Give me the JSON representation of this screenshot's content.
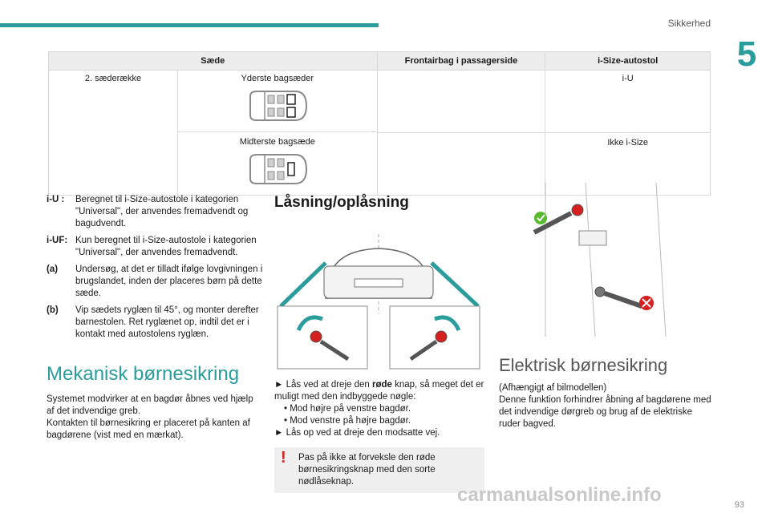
{
  "header": {
    "section": "Sikkerhed",
    "chapter": "5"
  },
  "table": {
    "headers": [
      "Sæde",
      "Frontairbag i passagerside",
      "i-Size-autostol"
    ],
    "row_label": "2. sæderække",
    "rows": [
      {
        "seat": "Yderste bagsæder",
        "airbag": "",
        "isize": "i-U"
      },
      {
        "seat": "Midterste bagsæde",
        "airbag": "",
        "isize": "Ikke i-Size"
      }
    ]
  },
  "notes": [
    {
      "key": "i-U :",
      "text": "Beregnet til i-Size-autostole i kategorien \"Universal\", der anvendes fremadvendt og bagudvendt."
    },
    {
      "key": "i-UF:",
      "text": "Kun beregnet til i-Size-autostole i kategorien \"Universal\", der anvendes fremadvendt."
    },
    {
      "key": "(a)",
      "text": "Undersøg, at det er tilladt ifølge lovgivningen i brugslandet, inden der placeres børn på dette sæde."
    },
    {
      "key": "(b)",
      "text": "Vip sædets ryglæn til 45°, og monter derefter barnestolen. Ret ryglænet op, indtil det er i kontakt med autostolens ryglæn."
    }
  ],
  "mechanical": {
    "title": "Mekanisk børnesikring",
    "p1": "Systemet modvirker at en bagdør åbnes ved hjælp af det indvendige greb.",
    "p2": "Kontakten til børnesikring er placeret på kanten af bagdørene (vist med en mærkat)."
  },
  "locking": {
    "title": "Låsning/oplåsning",
    "step1_pre": "► Lås ved at dreje den ",
    "step1_bold": "røde",
    "step1_post": " knap, så meget det er muligt med den indbyggede nøgle:",
    "sub1": "• Mod højre på venstre bagdør.",
    "sub2": "• Mod venstre på højre bagdør.",
    "step2": "► Lås op ved at dreje den modsatte vej.",
    "warning": "Pas på ikke at forveksle den røde børnesikringsknap med den sorte nødlåseknap."
  },
  "electric": {
    "title": "Elektrisk børnesikring",
    "p1": "(Afhængigt af bilmodellen)",
    "p2": "Denne funktion forhindrer åbning af bagdørene med det indvendige dørgreb og brug af de elektriske ruder bagved."
  },
  "page_number": "93",
  "watermark": "carmanualsonline.info",
  "colors": {
    "accent": "#2a9c9c",
    "red": "#d62020",
    "green": "#5aba2e"
  }
}
